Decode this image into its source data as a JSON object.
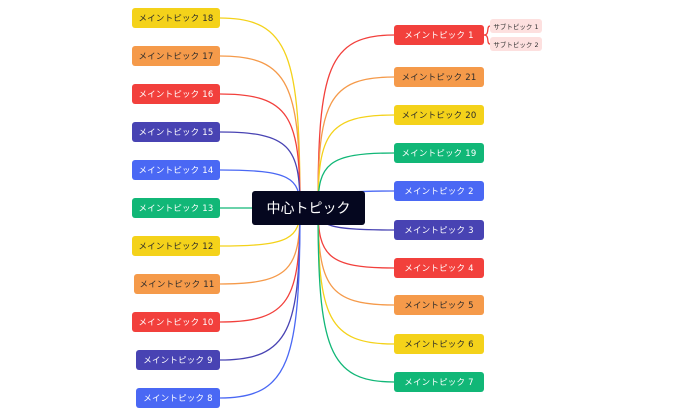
{
  "center": {
    "label": "中心トピック",
    "color": "#05071f"
  },
  "palette": {
    "red": "#f2403c",
    "orange": "#f59a4a",
    "yellow": "#f4d21a",
    "green": "#11b777",
    "blue": "#4a68f4",
    "indigo": "#4843b3"
  },
  "left_topics": [
    {
      "label": "メイントピック 18",
      "color": "yellow"
    },
    {
      "label": "メイントピック 17",
      "color": "orange"
    },
    {
      "label": "メイントピック 16",
      "color": "red"
    },
    {
      "label": "メイントピック 15",
      "color": "indigo"
    },
    {
      "label": "メイントピック 14",
      "color": "blue"
    },
    {
      "label": "メイントピック 13",
      "color": "green"
    },
    {
      "label": "メイントピック 12",
      "color": "yellow"
    },
    {
      "label": "メイントピック 11",
      "color": "orange"
    },
    {
      "label": "メイントピック 10",
      "color": "red"
    },
    {
      "label": "メイントピック 9",
      "color": "indigo"
    },
    {
      "label": "メイントピック 8",
      "color": "blue"
    }
  ],
  "right_topics": [
    {
      "label": "メイントピック 1",
      "color": "red"
    },
    {
      "label": "メイントピック 21",
      "color": "orange"
    },
    {
      "label": "メイントピック 20",
      "color": "yellow"
    },
    {
      "label": "メイントピック 19",
      "color": "green"
    },
    {
      "label": "メイントピック 2",
      "color": "blue"
    },
    {
      "label": "メイントピック 3",
      "color": "indigo"
    },
    {
      "label": "メイントピック 4",
      "color": "red"
    },
    {
      "label": "メイントピック 5",
      "color": "orange"
    },
    {
      "label": "メイントピック 6",
      "color": "yellow"
    },
    {
      "label": "メイントピック 7",
      "color": "green"
    }
  ],
  "subtopics": [
    {
      "label": "サブトピック 1"
    },
    {
      "label": "サブトピック 2"
    }
  ]
}
